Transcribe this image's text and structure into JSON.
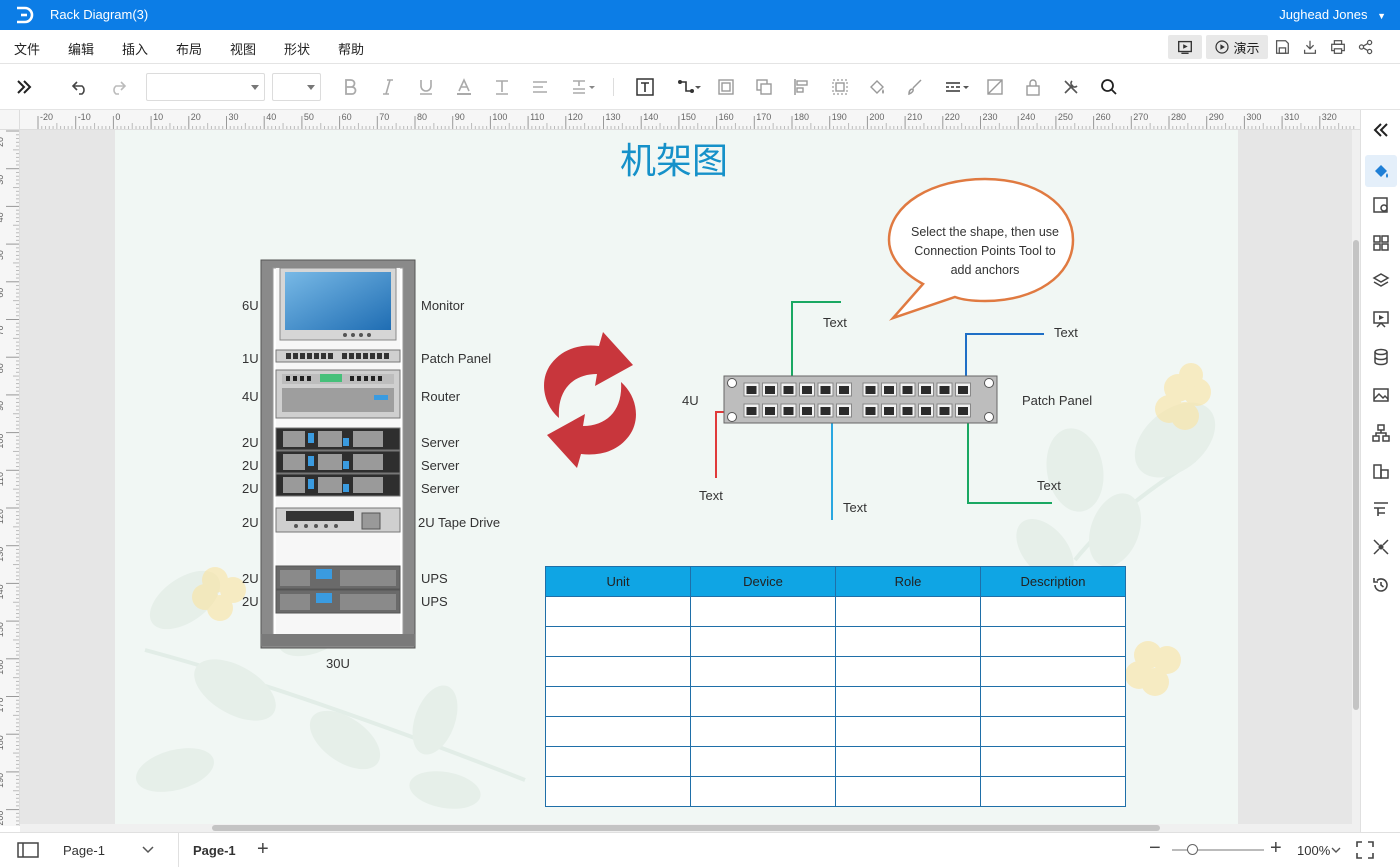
{
  "app": {
    "doc_title": "Rack Diagram(3)",
    "user_name": "Jughead Jones",
    "brand_color": "#0c7de6"
  },
  "menu": {
    "items": [
      "文件",
      "编辑",
      "插入",
      "布局",
      "视图",
      "形状",
      "帮助"
    ],
    "present_label": "演示"
  },
  "ruler": {
    "h_ticks": [
      "-20",
      "-10",
      "0",
      "10",
      "20",
      "30",
      "40",
      "50",
      "60",
      "70",
      "80",
      "90",
      "100",
      "110",
      "120",
      "130",
      "140",
      "150",
      "160",
      "170",
      "180",
      "190",
      "200",
      "210",
      "220",
      "230",
      "240",
      "250",
      "260",
      "270",
      "280",
      "290",
      "300",
      "310",
      "320"
    ],
    "v_ticks": [
      "20",
      "30",
      "40",
      "50",
      "60",
      "70",
      "80",
      "90",
      "100",
      "110",
      "120",
      "130",
      "140",
      "150",
      "160",
      "170",
      "180",
      "190",
      "200"
    ]
  },
  "diagram": {
    "title": "机架图",
    "rack_units": [
      {
        "u": "6U",
        "label": "Monitor"
      },
      {
        "u": "1U",
        "label": "Patch Panel"
      },
      {
        "u": "4U",
        "label": "Router"
      },
      {
        "u": "2U",
        "label": "Server"
      },
      {
        "u": "2U",
        "label": "Server"
      },
      {
        "u": "2U",
        "label": "Server"
      },
      {
        "u": "2U",
        "label": "2U Tape Drive"
      },
      {
        "u": "2U",
        "label": "UPS"
      },
      {
        "u": "2U",
        "label": "UPS"
      }
    ],
    "rack_size": "30U",
    "callout": [
      "Select the shape, then use",
      "Connection Points Tool to",
      "add anchors"
    ],
    "patch_panel": {
      "size": "4U",
      "label": "Patch Panel"
    },
    "connector_label": "Text",
    "table": {
      "headers": [
        "Unit",
        "Device",
        "Role",
        "Description"
      ],
      "row_count": 7
    },
    "colors": {
      "title": "#1691c9",
      "arrows": "#c8363c",
      "callout_border": "#e07a41",
      "wire_green": "#1aa862",
      "wire_blue_dark": "#1f6fc6",
      "wire_blue_light": "#2aa7e0",
      "wire_red": "#e03a3a",
      "table_header": "#0fa5e4"
    }
  },
  "status": {
    "page_select": "Page-1",
    "page_tab": "Page-1",
    "zoom": "100%"
  }
}
